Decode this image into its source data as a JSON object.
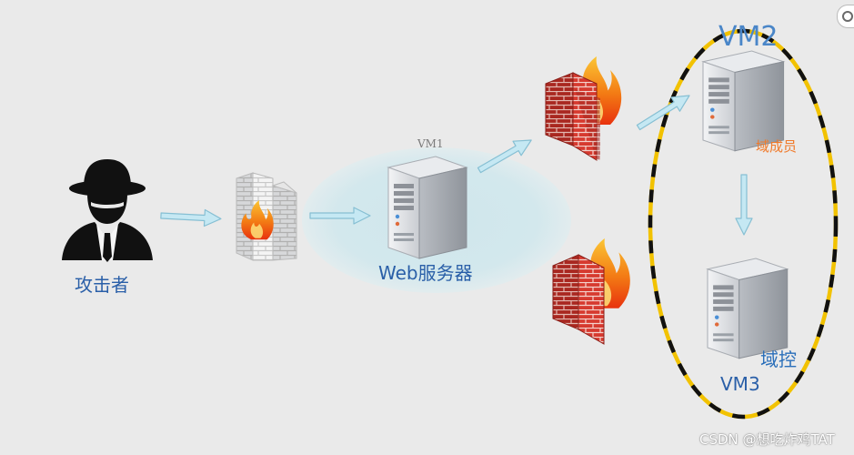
{
  "attacker": {
    "label": "攻击者"
  },
  "vm1": {
    "label": "VM1",
    "server_label": "Web服务器"
  },
  "vm2": {
    "label": "VM2",
    "role_label": "域成员"
  },
  "vm3": {
    "label": "VM3",
    "role_label": "域控"
  },
  "watermark": "CSDN @想吃炸鸡TAT",
  "icons": [
    "hacker-icon",
    "firewall-icon",
    "server-icon",
    "arrow-icon"
  ],
  "colors": {
    "label_blue": "#2a5fa8",
    "member_orange": "#f07a2a",
    "ellipse_yellow": "#f2c200",
    "ellipse_black": "#111111",
    "cloud": "#d4e9ee",
    "brick_red": "#d0342c",
    "arrow_fill": "#bfe6f2"
  }
}
